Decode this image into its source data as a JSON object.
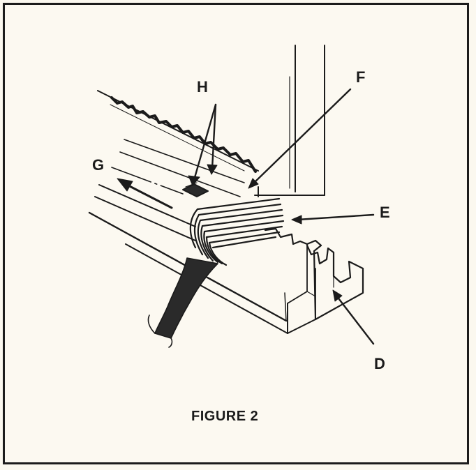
{
  "figure": {
    "caption": "FIGURE 2",
    "callouts": {
      "D": "D",
      "E": "E",
      "F": "F",
      "G": "G",
      "H": "H"
    }
  },
  "colors": {
    "ink": "#1b1b1b",
    "paper": "#fcf9f1",
    "cable": "#2a2a2a"
  }
}
